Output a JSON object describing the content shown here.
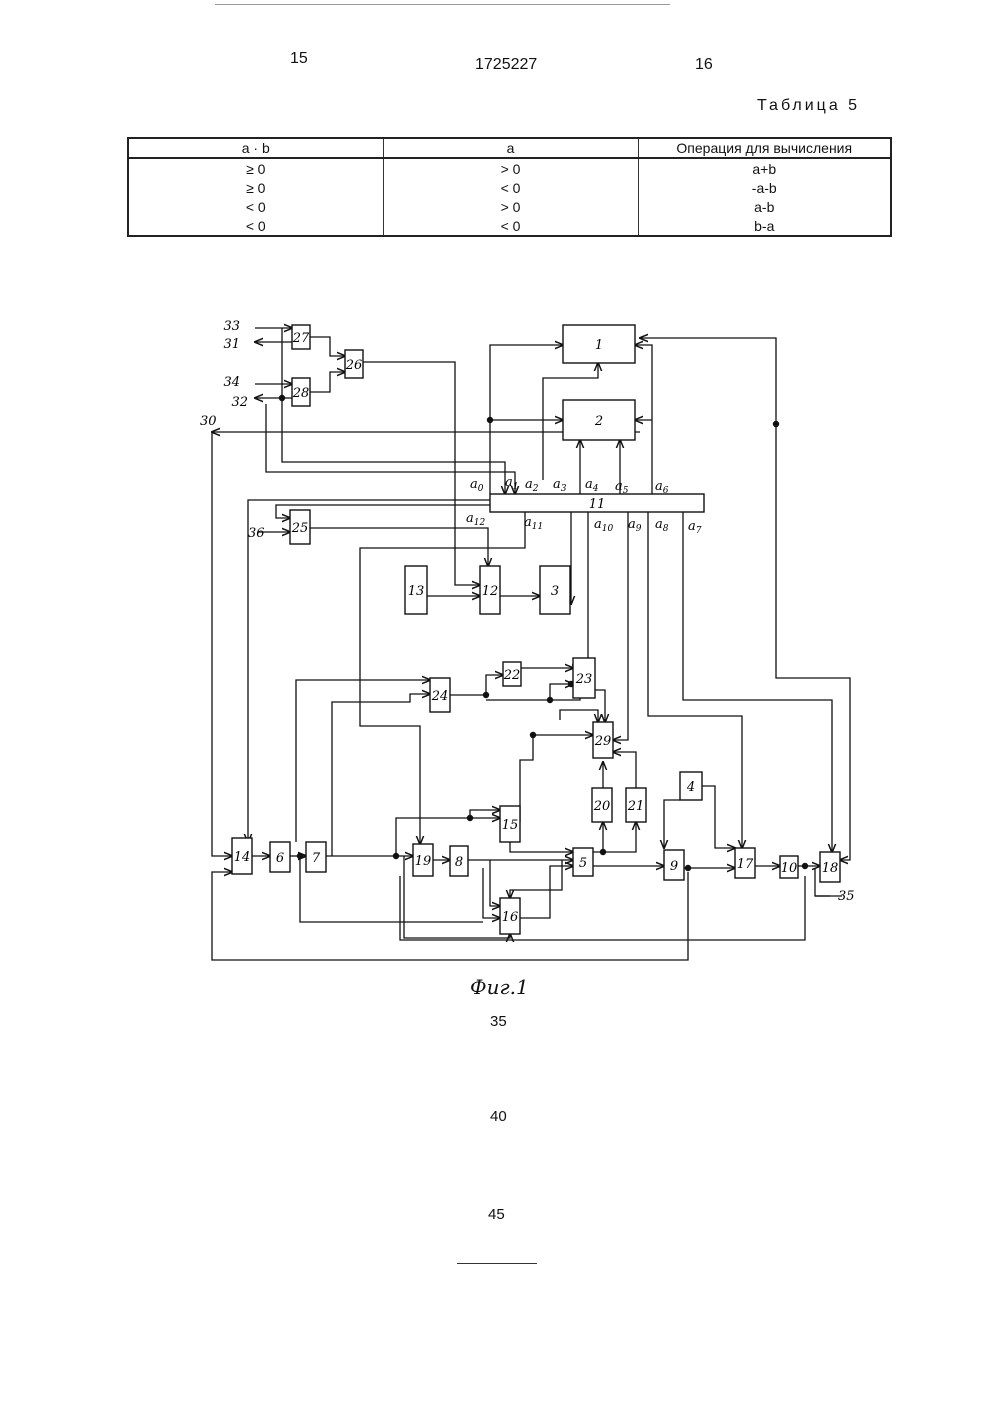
{
  "header": {
    "page_left": "15",
    "patent_number": "1725227",
    "page_right": "16"
  },
  "table": {
    "caption": "Таблица 5",
    "columns": [
      "a · b",
      "a",
      "Операция  для  вычисления"
    ],
    "rows": [
      [
        "≥ 0",
        "> 0",
        "a+b"
      ],
      [
        "≥ 0",
        "< 0",
        "-a-b"
      ],
      [
        "< 0",
        "> 0",
        "a-b"
      ],
      [
        "< 0",
        "< 0",
        "b-a"
      ]
    ]
  },
  "figure": {
    "caption": "Фиг.1",
    "blocks": [
      "1",
      "2",
      "3",
      "4",
      "5",
      "6",
      "7",
      "8",
      "9",
      "10",
      "11",
      "12",
      "13",
      "14",
      "15",
      "16",
      "17",
      "18",
      "19",
      "20",
      "21",
      "22",
      "23",
      "24",
      "25",
      "26",
      "27",
      "28",
      "29"
    ],
    "terminals": [
      "33",
      "31",
      "34",
      "32",
      "30",
      "36",
      "35"
    ],
    "signals": [
      "a0",
      "a1",
      "a2",
      "a3",
      "a4",
      "a5",
      "a6",
      "a12",
      "a11",
      "a10",
      "a9",
      "a8",
      "a7"
    ]
  },
  "margin_numbers": [
    "35",
    "40",
    "45"
  ]
}
